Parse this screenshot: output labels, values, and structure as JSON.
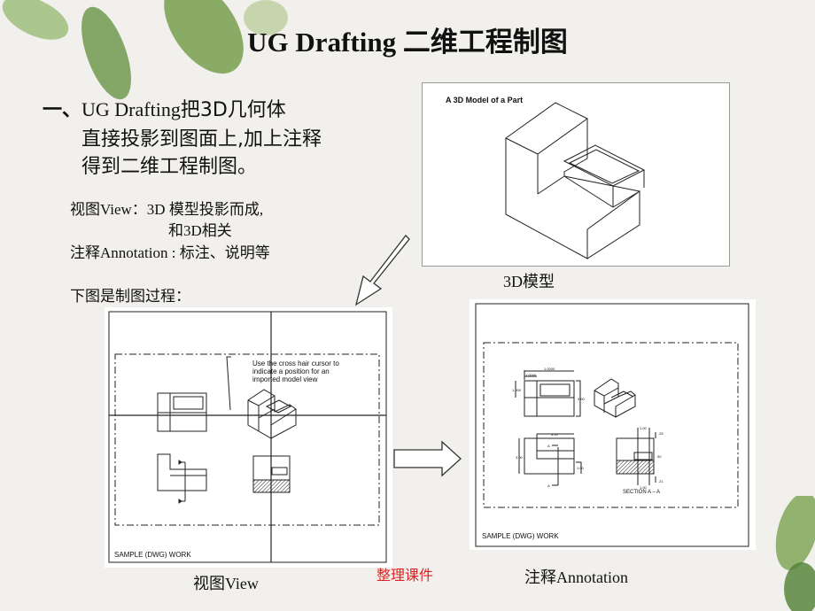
{
  "title": "UG Drafting 二维工程制图",
  "intro": {
    "bullet": "一、",
    "line1_latin": "UG Drafting",
    "line1_cn": "把3D几何体",
    "line2": "直接投影到图面上,加上注释",
    "line3": "得到二维工程制图。"
  },
  "notes": {
    "view": "视图View：3D 模型投影而成,",
    "view_cont": "和3D相关",
    "annotation": "注释Annotation : 标注、说明等",
    "process": "下图是制图过程："
  },
  "model_panel": {
    "label": "A 3D Model of a Part",
    "caption": "3D模型"
  },
  "view_panel": {
    "hint": [
      "Use the cross hair cursor to",
      "indicate a position for an",
      "imported model view"
    ],
    "title_block": "SAMPLE (DWG) WORK",
    "caption": "视图View"
  },
  "annotation_panel": {
    "title_block": "SAMPLE (DWG) WORK",
    "section_label": "SECTION A – A",
    "dims": [
      "1.0000",
      "1.0000",
      "1.000",
      "3.00",
      "3.00",
      "3.00",
      "1.00",
      "1.00",
      "1.00",
      ".25",
      ".50",
      ".21",
      "A",
      "A"
    ],
    "caption": "注释Annotation"
  },
  "watermark": "整理课件",
  "colors": {
    "background": "#f2f0ec",
    "watermark": "#e02020",
    "leaf": "#6f9a4a"
  }
}
